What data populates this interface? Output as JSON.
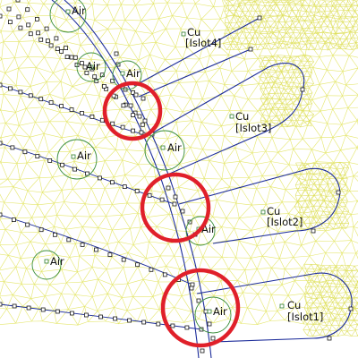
{
  "view": {
    "colors": {
      "mesh": "#e4e66a",
      "boundary": "#1c2c9a",
      "highlight": "#e0202a",
      "air_circle": "#3c8f3c",
      "background": "#ffffff"
    }
  },
  "labels": [
    {
      "id": "air-1",
      "text": "Air"
    },
    {
      "id": "air-2",
      "text": "Air"
    },
    {
      "id": "air-3",
      "text": "Air"
    },
    {
      "id": "air-4",
      "text": "Air"
    },
    {
      "id": "air-5",
      "text": "Air"
    },
    {
      "id": "air-6",
      "text": "Air"
    },
    {
      "id": "air-7",
      "text": "Air"
    },
    {
      "id": "air-8",
      "text": "Air"
    },
    {
      "id": "cu-4",
      "text": "Cu",
      "sub": "[Islot4]"
    },
    {
      "id": "cu-3",
      "text": "Cu",
      "sub": "[Islot3]"
    },
    {
      "id": "cu-2",
      "text": "Cu",
      "sub": "[Islot2]"
    },
    {
      "id": "cu-1",
      "text": "Cu",
      "sub": "[Islot1]"
    }
  ],
  "highlights": [
    "highlight-1",
    "highlight-2",
    "highlight-3"
  ]
}
